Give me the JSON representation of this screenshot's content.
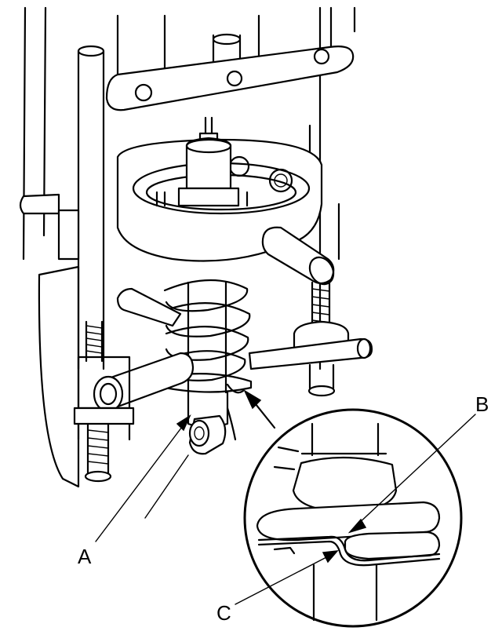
{
  "labels": {
    "a": "A",
    "b": "B",
    "c": "C"
  },
  "colors": {
    "ink": "#000000",
    "paper": "#ffffff"
  }
}
